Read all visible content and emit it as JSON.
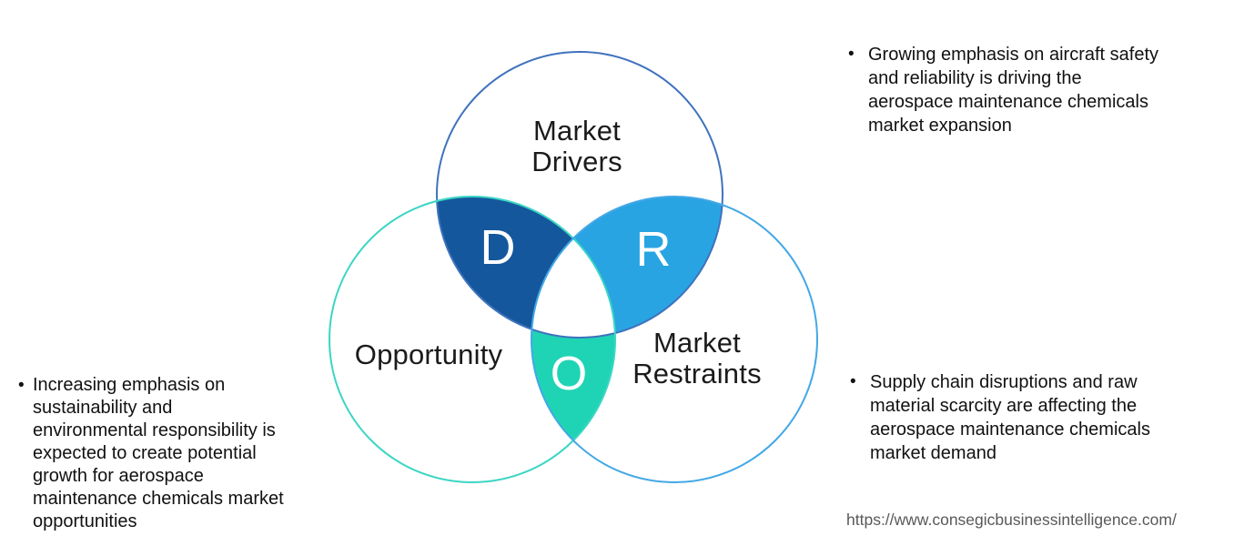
{
  "diagram": {
    "circles": {
      "drivers": {
        "label": "Market\nDrivers",
        "letter": "D"
      },
      "opportunity": {
        "label": "Opportunity",
        "letter": "O"
      },
      "restraints": {
        "label": "Market\nRestraints",
        "letter": "R"
      }
    },
    "colors": {
      "drivers_stroke": "#3f72bd",
      "opportunity_stroke": "#3bd6c4",
      "restraints_stroke": "#43a8e6",
      "d_fill": "#15579c",
      "r_fill": "#29a4e2",
      "o_fill": "#1fd4b5",
      "letter_color": "#ffffff",
      "label_color": "#1b1b1b",
      "note_text_color": "#111111",
      "url_color": "#58595b"
    }
  },
  "notes": {
    "left": {
      "bullet": "•",
      "text": "Increasing emphasis on\nsustainability and\nenvironmental responsibility is\nexpected to create potential\ngrowth for aerospace\nmaintenance chemicals market\nopportunities"
    },
    "top_right": {
      "bullet": "•",
      "text": "Growing emphasis on aircraft safety\nand reliability is driving the\naerospace maintenance chemicals\nmarket expansion"
    },
    "bottom_right": {
      "bullet": "•",
      "text": "Supply chain disruptions and raw\nmaterial scarcity are affecting the\naerospace maintenance chemicals\nmarket demand"
    }
  },
  "footer": {
    "url": "https://www.consegicbusinessintelligence.com/"
  }
}
